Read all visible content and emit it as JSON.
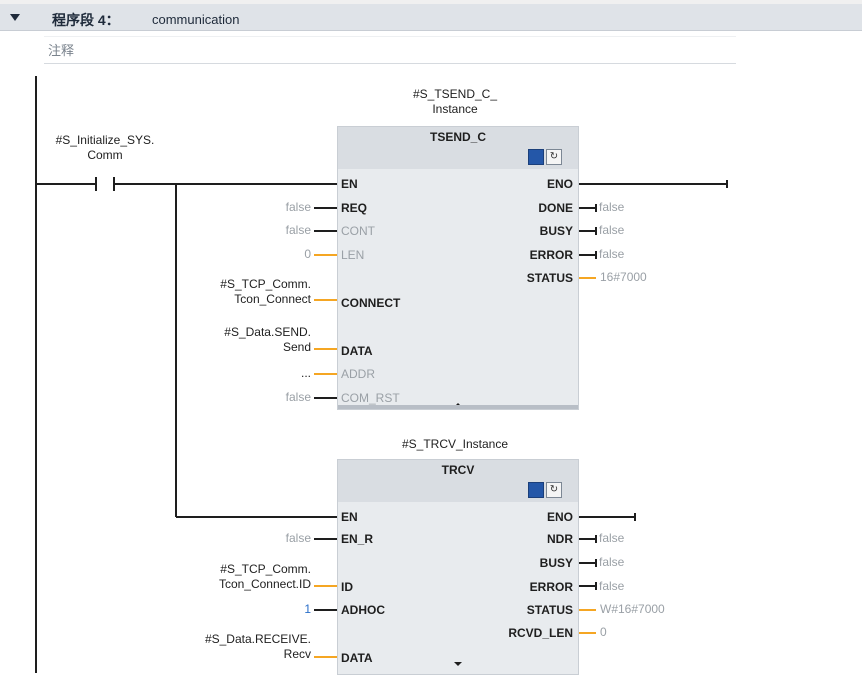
{
  "network": {
    "title": "程序段 4：",
    "name": "communication",
    "comment_placeholder": "注释"
  },
  "contact": {
    "label_line1": "#S_Initialize_SYS.",
    "label_line2": "Comm"
  },
  "block1": {
    "instance_line1": "#S_TSEND_C_",
    "instance_line2": "Instance",
    "type": "TSEND_C",
    "inputs": {
      "en": "EN",
      "req": "REQ",
      "cont": "CONT",
      "len": "LEN",
      "connect": "CONNECT",
      "data": "DATA",
      "addr": "ADDR",
      "com_rst": "COM_RST"
    },
    "outputs": {
      "eno": "ENO",
      "done": "DONE",
      "busy": "BUSY",
      "error": "ERROR",
      "status": "STATUS"
    },
    "input_values": {
      "req": "false",
      "cont": "false",
      "len": "0",
      "connect_line1": "#S_TCP_Comm.",
      "connect_line2": "Tcon_Connect",
      "data_line1": "#S_Data.SEND.",
      "data_line2": "Send",
      "addr": "...",
      "com_rst": "false"
    },
    "output_values": {
      "done": "false",
      "busy": "false",
      "error": "false",
      "status": "16#7000"
    }
  },
  "block2": {
    "instance": "#S_TRCV_Instance",
    "type": "TRCV",
    "inputs": {
      "en": "EN",
      "en_r": "EN_R",
      "id": "ID",
      "adhoc": "ADHOC",
      "data": "DATA"
    },
    "outputs": {
      "eno": "ENO",
      "ndr": "NDR",
      "busy": "BUSY",
      "error": "ERROR",
      "status": "STATUS",
      "rcvd_len": "RCVD_LEN"
    },
    "input_values": {
      "en_r": "false",
      "id_line1": "#S_TCP_Comm.",
      "id_line2": "Tcon_Connect.ID",
      "adhoc": "1",
      "data_line1": "#S_Data.RECEIVE.",
      "data_line2": "Recv"
    },
    "output_values": {
      "ndr": "false",
      "busy": "false",
      "error": "false",
      "status": "W#16#7000",
      "rcvd_len": "0"
    }
  },
  "colors": {
    "wire": "#1e1e1e",
    "pin_orange": "#f5a623",
    "block_fill": "#e8ebee",
    "header_fill": "#dfe3e8"
  }
}
